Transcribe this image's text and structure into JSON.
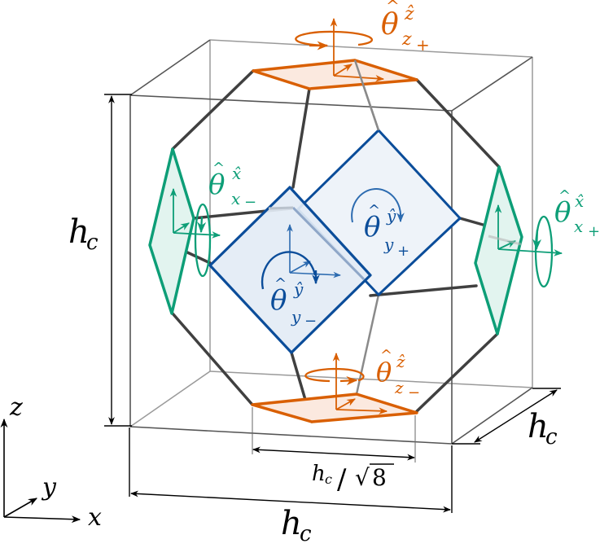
{
  "figure": {
    "description": "Truncated octahedron inscribed in a cube of side h_c, with face rotation labels",
    "colors": {
      "orange": "#d95f02",
      "orange_fill": "#fbe9df",
      "green": "#0d9e77",
      "green_fill": "#e2f4ef",
      "blue": "#0b4d9a",
      "blue_fill": "#e3ebf5",
      "blue_fill_back": "#eef3f9",
      "edge_dark": "#404040",
      "cube_line": "#7f7f7f",
      "axis": "#000000"
    }
  },
  "labels": {
    "theta_z_plus": {
      "base": "θ",
      "hat": "^",
      "sup": "ẑ",
      "sub": "z",
      "sub_sign": "+"
    },
    "theta_z_minus": {
      "base": "θ",
      "hat": "^",
      "sup": "ẑ",
      "sub": "z",
      "sub_sign": "−"
    },
    "theta_x_minus": {
      "base": "θ",
      "hat": "^",
      "sup": "x̂",
      "sub": "x",
      "sub_sign": "−"
    },
    "theta_x_plus": {
      "base": "θ",
      "hat": "^",
      "sup": "x̂",
      "sub": "x",
      "sub_sign": "+"
    },
    "theta_y_minus": {
      "base": "θ",
      "hat": "^",
      "sup": "ŷ",
      "sub": "y",
      "sub_sign": "−"
    },
    "theta_y_plus": {
      "base": "θ",
      "hat": "^",
      "sup": "ŷ",
      "sub": "y",
      "sub_sign": "+"
    }
  },
  "dimensions": {
    "height": {
      "main": "h",
      "sub": "c"
    },
    "width": {
      "main": "h",
      "sub": "c"
    },
    "depth": {
      "main": "h",
      "sub": "c"
    },
    "square_edge": {
      "main": "h",
      "sub": "c",
      "slash": "/",
      "sqrt": "√",
      "radicand": "8"
    }
  },
  "axes": {
    "x": "x",
    "y": "y",
    "z": "z"
  }
}
